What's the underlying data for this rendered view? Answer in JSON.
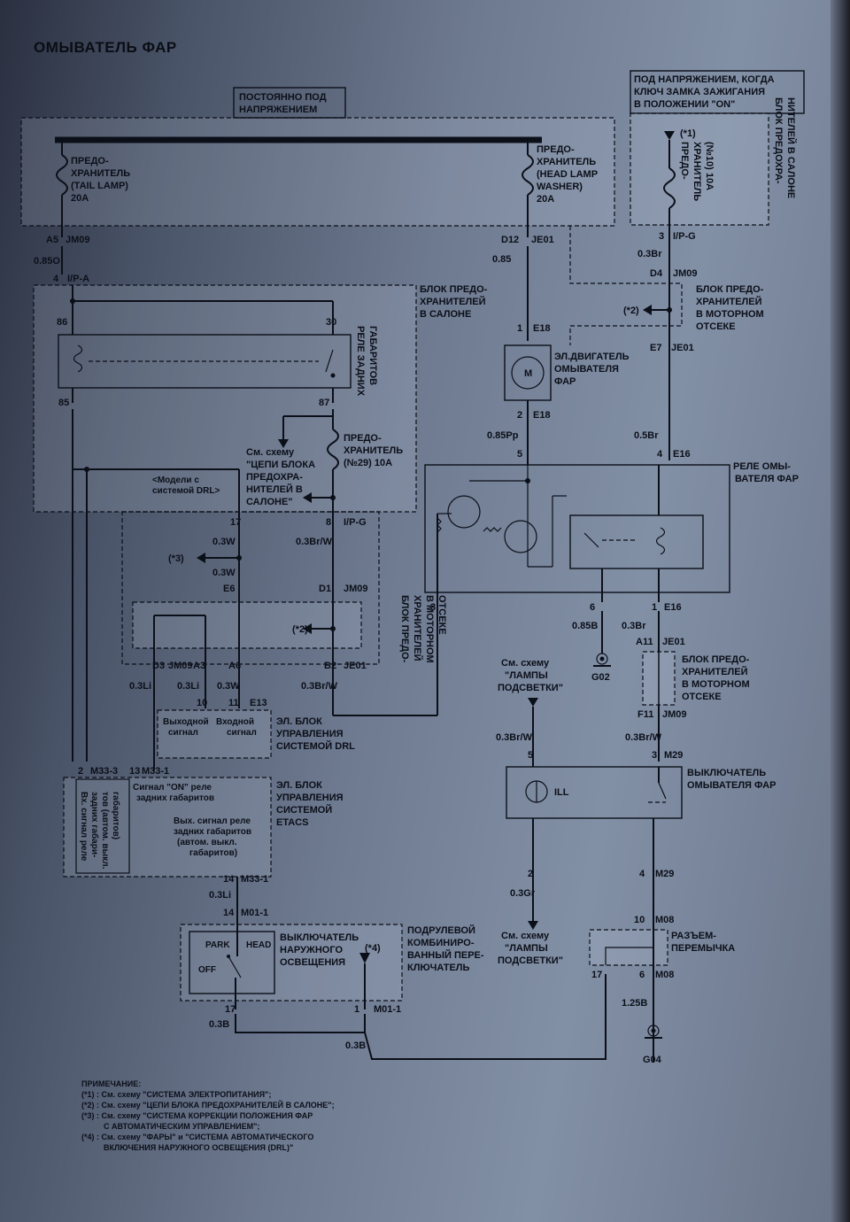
{
  "title": "ОМЫВАТЕЛЬ ФАР",
  "labels": {
    "constant_power": [
      "ПОСТОЯННО ПОД",
      "НАПРЯЖЕНИЕМ"
    ],
    "ign_on": [
      "ПОД НАПРЯЖЕНИЕМ, КОГДА",
      "КЛЮЧ ЗАМКА ЗАЖИГАНИЯ",
      "В ПОЛОЖЕНИИ \"ON\""
    ],
    "fuse_tail": [
      "ПРЕДО-",
      "ХРАНИТЕЛЬ",
      "(TAIL LAMP)",
      "20A"
    ],
    "fuse_hl": [
      "ПРЕДО-",
      "ХРАНИТЕЛЬ",
      "(HEAD LAMP",
      "WASHER)",
      "20A"
    ],
    "fuse_10": [
      "ПРЕДО-",
      "ХРАНИТЕЛЬ",
      "(№10) 10A"
    ],
    "fuse_29": [
      "ПРЕДО-",
      "ХРАНИТЕЛЬ",
      "(№29) 10A"
    ],
    "cabin_fuse_box": [
      "БЛОК ПРЕДО-",
      "ХРАНИТЕЛЕЙ",
      "В САЛОНЕ"
    ],
    "cabin_fuse_box_v": [
      "БЛОК ПРЕДОХРА-",
      "НИТЕЛЕЙ В САЛОНЕ"
    ],
    "engine_fuse_box": [
      "БЛОК ПРЕДО-",
      "ХРАНИТЕЛЕЙ",
      "В МОТОРНОМ",
      "ОТСЕКЕ"
    ],
    "engine_fuse_box_v": [
      "БЛОК ПРЕДО-",
      "ХРАНИТЕЛЕЙ",
      "В МОТОРНОМ",
      "ОТСЕКЕ"
    ],
    "tail_relay_v": [
      "РЕЛЕ ЗАДНИХ",
      "ГАБАРИТОВ"
    ],
    "see_scheme_cabin": [
      "См. схему",
      "\"ЦЕПИ БЛОКА",
      "ПРЕДОХРА-",
      "НИТЕЛЕЙ В",
      "САЛОНЕ\""
    ],
    "drl_models": [
      "<Модели с",
      "системой DRL>"
    ],
    "washer_motor": [
      "ЭЛ.ДВИГАТЕЛЬ",
      "ОМЫВАТЕЛЯ",
      "ФАР"
    ],
    "washer_relay": [
      "РЕЛЕ ОМЫ-",
      "ВАТЕЛЯ ФАР"
    ],
    "drl_unit": [
      "ЭЛ. БЛОК",
      "УПРАВЛЕНИЯ",
      "СИСТЕМОЙ DRL"
    ],
    "drl_out": [
      "Выходной",
      "сигнал"
    ],
    "drl_in": [
      "Входной",
      "сигнал"
    ],
    "etacs_unit": [
      "ЭЛ. БЛОК",
      "УПРАВЛЕНИЯ",
      "СИСТЕМОЙ",
      "ETACS"
    ],
    "etacs_on": [
      "Сигнал \"ON\" реле",
      "задних габаритов"
    ],
    "etacs_out": [
      "Вых. сигнал реле",
      "задних габаритов",
      "(автом. выкл.",
      "габаритов)"
    ],
    "etacs_v": [
      "Вх. сигнал реле",
      "задних габари-",
      "тов (автом. выкл.",
      "габаритов)"
    ],
    "see_illum": [
      "См. схему",
      "\"ЛАМПЫ",
      "ПОДСВЕТКИ\""
    ],
    "washer_switch": [
      "ВЫКЛЮЧАТЕЛЬ",
      "ОМЫВАТЕЛЯ ФАР"
    ],
    "light_switch": [
      "ВЫКЛЮЧАТЕЛЬ",
      "НАРУЖНОГО",
      "ОСВЕЩЕНИЯ"
    ],
    "multi_switch": [
      "ПОДРУЛЕВОЙ",
      "КОМБИНИРО-",
      "ВАННЫЙ ПЕРЕ-",
      "КЛЮЧАТЕЛЬ"
    ],
    "jumper": [
      "РАЗЪЕМ-",
      "ПЕРЕМЫЧКА"
    ],
    "park": "PARK",
    "head": "HEAD",
    "off": "OFF",
    "ill": "ILL",
    "motor_m": "M"
  },
  "pins": {
    "a5": "A5",
    "jm09": "JM09",
    "w085o": "0.85O",
    "p4": "4",
    "ipa": "I/P-A",
    "p86": "86",
    "p30": "30",
    "p85": "85",
    "p87": "87",
    "d12": "D12",
    "je01": "JE01",
    "w085": "0.85",
    "p1": "1",
    "e18": "E18",
    "p2": "2",
    "w085pp": "0.85Pp",
    "p5": "5",
    "p3": "3",
    "ipg": "I/P-G",
    "w03br": "0.3Br",
    "d4": "D4",
    "e7": "E7",
    "w05br": "0.5Br",
    "e16": "E16",
    "p17": "17",
    "p8": "8",
    "w03w": "0.3W",
    "w03brw": "0.3Br/W",
    "s3": "(*3)",
    "s2": "(*2)",
    "s1": "(*1)",
    "s4": "(*4)",
    "e6": "E6",
    "d1": "D1",
    "d3": "D3",
    "a3": "A3",
    "a6": "A6",
    "b2": "B2",
    "w03li": "0.3Li",
    "p10": "10",
    "p11": "11",
    "e13": "E13",
    "p6": "6",
    "w085b": "0.85B",
    "g02": "G02",
    "a11": "A11",
    "f11": "F11",
    "m29": "M29",
    "m333": "M33-3",
    "m331": "M33-1",
    "p13": "13",
    "p14": "14",
    "m011": "M01-1",
    "w03gr": "0.3Gr",
    "m08": "M08",
    "w125b": "1.25B",
    "g04": "G04",
    "w03b": "0.3B"
  },
  "notes": [
    "ПРИМЕЧАНИЕ:",
    "(*1) : См. схему \"СИСТЕМА ЭЛЕКТРОПИТАНИЯ\";",
    "(*2) : См. схему \"ЦЕПИ БЛОКА ПРЕДОХРАНИТЕЛЕЙ В САЛОНЕ\";",
    "(*3) : См. схему \"СИСТЕМА КОРРЕКЦИИ ПОЛОЖЕНИЯ ФАР",
    "          С АВТОМАТИЧЕСКИМ УПРАВЛЕНИЕМ\";",
    "(*4) : См. схему \"ФАРЫ\" и \"СИСТЕМА АВТОМАТИЧЕСКОГО",
    "          ВКЛЮЧЕНИЯ НАРУЖНОГО ОСВЕЩЕНИЯ (DRL)\""
  ]
}
